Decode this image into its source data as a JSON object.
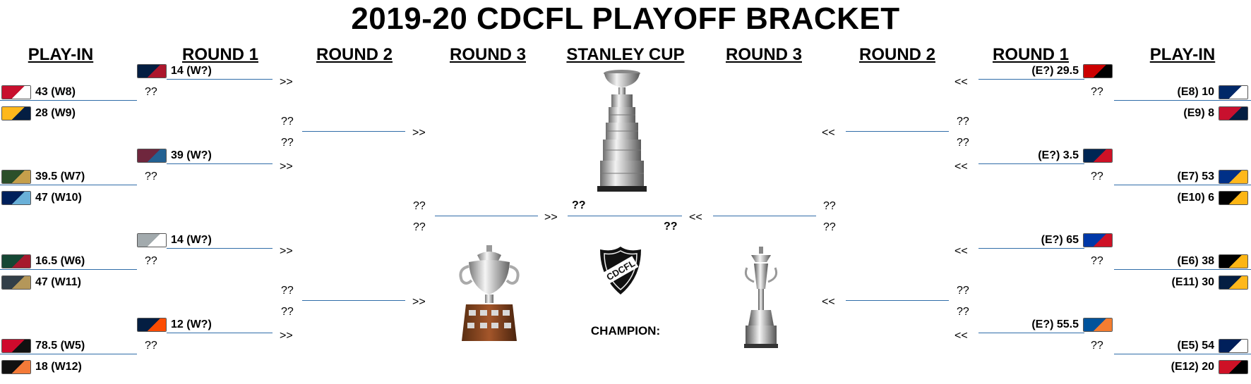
{
  "title": "2019-20 CDCFL PLAYOFF BRACKET",
  "headers": {
    "play_in_left": "PLAY-IN",
    "round1_left": "ROUND 1",
    "round2_left": "ROUND 2",
    "round3_left": "ROUND 3",
    "stanley_cup": "STANLEY CUP",
    "round3_right": "ROUND 3",
    "round2_right": "ROUND 2",
    "round1_right": "ROUND 1",
    "play_in_right": "PLAY-IN"
  },
  "placeholder": "??",
  "arrows": {
    "right": ">>",
    "left": "<<"
  },
  "west": {
    "play_in": [
      {
        "label": "43 (W8)",
        "logo": "red-wings-logo",
        "colors": [
          "#c8102e",
          "#ffffff"
        ]
      },
      {
        "label": "28 (W9)",
        "logo": "predators-logo",
        "colors": [
          "#ffb81c",
          "#041e42"
        ]
      },
      {
        "label": "39.5 (W7)",
        "logo": "wild-alt-logo",
        "colors": [
          "#2b4f2a",
          "#c59f4b"
        ]
      },
      {
        "label": "47 (W10)",
        "logo": "canucks-logo",
        "colors": [
          "#00205b",
          "#6ab0d8"
        ]
      },
      {
        "label": "16.5 (W6)",
        "logo": "wild-logo",
        "colors": [
          "#154734",
          "#a6192e"
        ]
      },
      {
        "label": "47 (W11)",
        "logo": "golden-knights-logo",
        "colors": [
          "#333f48",
          "#b4975a"
        ]
      },
      {
        "label": "78.5 (W5)",
        "logo": "blackhawks-logo",
        "colors": [
          "#cf0a2c",
          "#111111"
        ]
      },
      {
        "label": "18 (W12)",
        "logo": "ducks-logo",
        "colors": [
          "#111111",
          "#f47a38"
        ]
      }
    ],
    "round1": [
      {
        "label": "14 (W?)",
        "logo": "jets-logo",
        "colors": [
          "#041e42",
          "#ac162c"
        ]
      },
      {
        "label": "39 (W?)",
        "logo": "avalanche-logo",
        "colors": [
          "#6f263d",
          "#236192"
        ]
      },
      {
        "label": "14 (W?)",
        "logo": "kings-logo",
        "colors": [
          "#a2aaad",
          "#ffffff"
        ]
      },
      {
        "label": "12 (W?)",
        "logo": "oilers-logo",
        "colors": [
          "#041e42",
          "#fc4c02"
        ]
      }
    ]
  },
  "east": {
    "play_in": [
      {
        "label": "(E8) 10",
        "logo": "lightning-logo",
        "colors": [
          "#002868",
          "#ffffff"
        ]
      },
      {
        "label": "(E9) 8",
        "logo": "capitals-logo",
        "colors": [
          "#c8102e",
          "#041e42"
        ]
      },
      {
        "label": "(E7) 53",
        "logo": "sabres-logo",
        "colors": [
          "#003087",
          "#ffb81c"
        ]
      },
      {
        "label": "(E10) 6",
        "logo": "penguins-logo",
        "colors": [
          "#000000",
          "#fcb514"
        ]
      },
      {
        "label": "(E6) 38",
        "logo": "bruins-logo",
        "colors": [
          "#000000",
          "#fcb514"
        ]
      },
      {
        "label": "(E11) 30",
        "logo": "predators-alt-logo",
        "colors": [
          "#041e42",
          "#ffb81c"
        ]
      },
      {
        "label": "(E5) 54",
        "logo": "maple-leafs-logo",
        "colors": [
          "#00205b",
          "#ffffff"
        ]
      },
      {
        "label": "(E12) 20",
        "logo": "devils-logo",
        "colors": [
          "#ce1126",
          "#000000"
        ]
      }
    ],
    "round1": [
      {
        "label": "(E?) 29.5",
        "logo": "hurricanes-logo",
        "colors": [
          "#cc0000",
          "#000000"
        ]
      },
      {
        "label": "(E?) 3.5",
        "logo": "blue-jackets-logo",
        "colors": [
          "#002654",
          "#ce1126"
        ]
      },
      {
        "label": "(E?) 65",
        "logo": "rangers-logo",
        "colors": [
          "#0038a8",
          "#ce1126"
        ]
      },
      {
        "label": "(E?) 55.5",
        "logo": "islanders-logo",
        "colors": [
          "#00539b",
          "#f47d30"
        ]
      }
    ]
  },
  "final": {
    "west": "??",
    "east": "??"
  },
  "champion_label": "CHAMPION:",
  "league_logo_text": "CDCFL"
}
